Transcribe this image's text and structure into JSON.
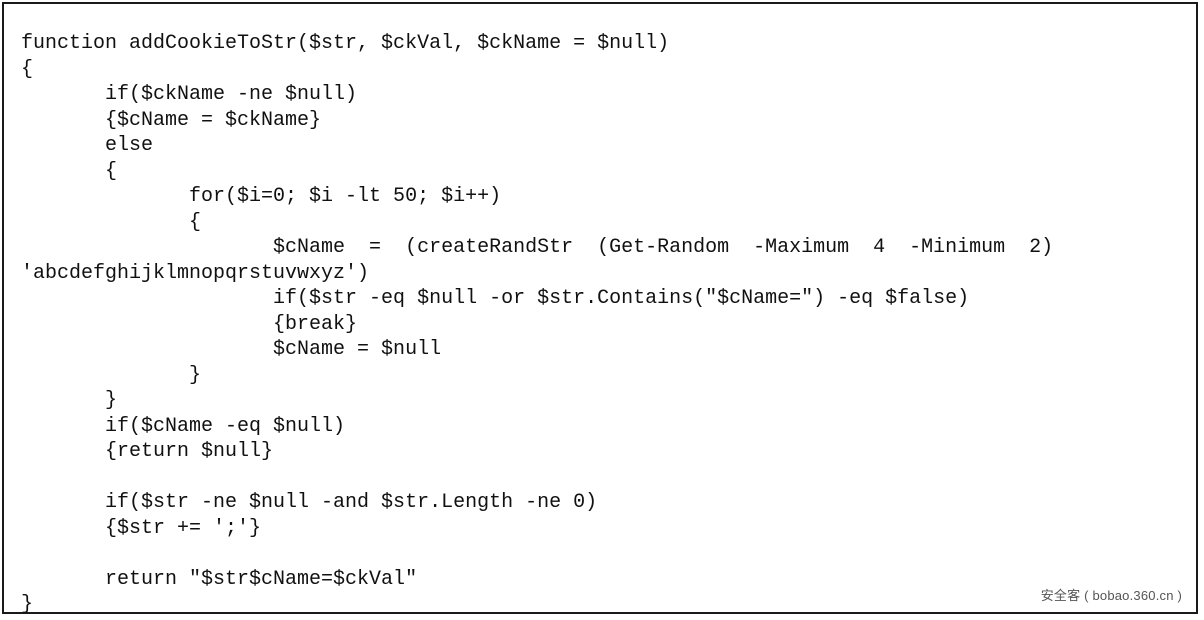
{
  "code": {
    "lines": [
      "function addCookieToStr($str, $ckVal, $ckName = $null)",
      "{",
      "       if($ckName -ne $null)",
      "       {$cName = $ckName}",
      "       else",
      "       {",
      "              for($i=0; $i -lt 50; $i++)",
      "              {",
      "                     $cName  =  (createRandStr  (Get-Random  -Maximum  4  -Minimum  2)",
      "'abcdefghijklmnopqrstuvwxyz')",
      "                     if($str -eq $null -or $str.Contains(\"$cName=\") -eq $false)",
      "                     {break}",
      "                     $cName = $null",
      "              }",
      "       }",
      "       if($cName -eq $null)",
      "       {return $null}",
      "",
      "       if($str -ne $null -and $str.Length -ne 0)",
      "       {$str += ';'}",
      "",
      "       return \"$str$cName=$ckVal\"",
      "}"
    ]
  },
  "watermark": "安全客 ( bobao.360.cn )"
}
